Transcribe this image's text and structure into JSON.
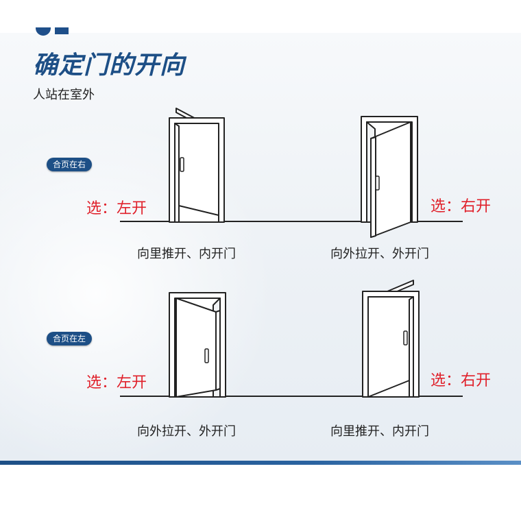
{
  "header": {
    "title": "确定门的开向",
    "subtitle": "人站在室外"
  },
  "rows": [
    {
      "badge": "合页在右",
      "left_choice": "选：左开",
      "right_choice": "选：右开",
      "left_caption": "向里推开、内开门",
      "right_caption": "向外拉开、外开门"
    },
    {
      "badge": "合页在左",
      "left_choice": "选：左开",
      "right_choice": "选：右开",
      "left_caption": "向外拉开、外开门",
      "right_caption": "向里推开、内开门"
    }
  ],
  "colors": {
    "accent_blue": "#1d4f86",
    "choice_red": "#e0202a",
    "line": "#222222"
  }
}
